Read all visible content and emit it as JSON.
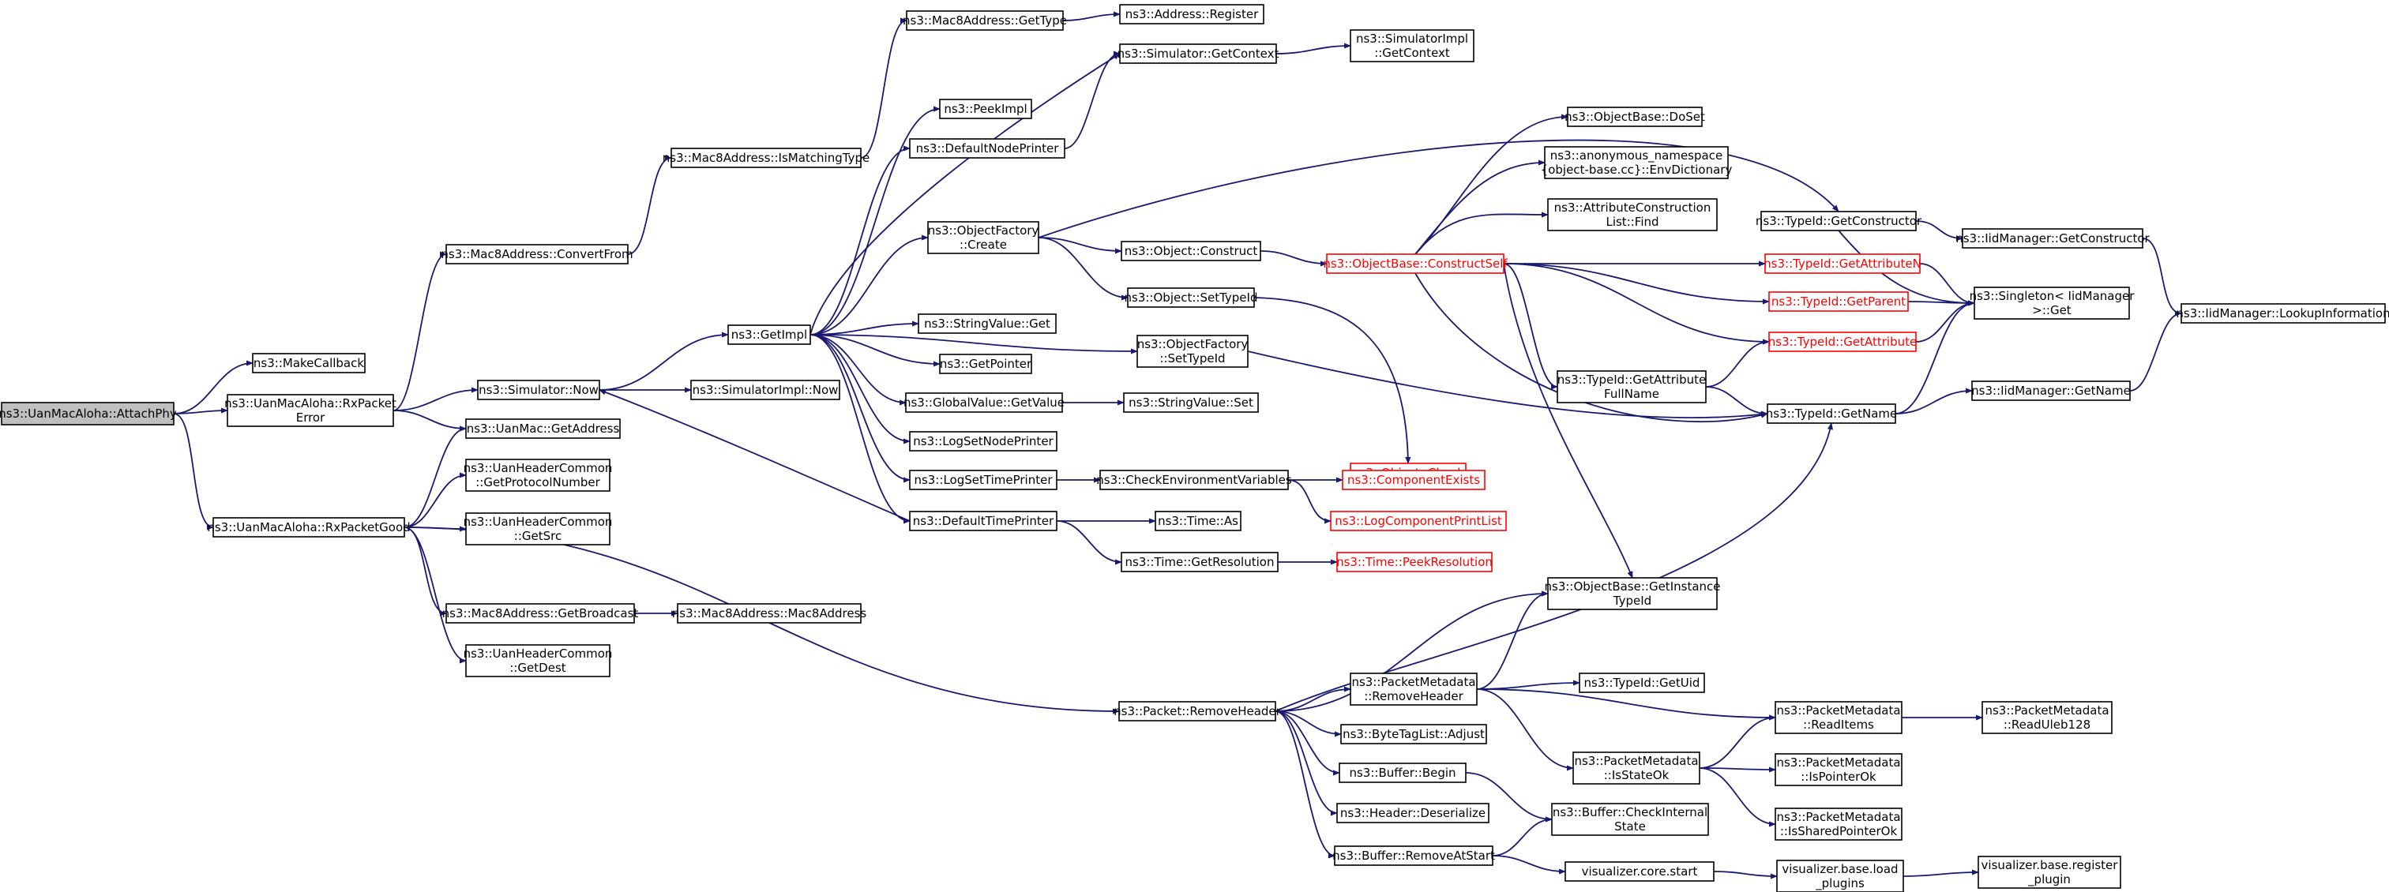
{
  "graph": {
    "colors": {
      "edge": "#191970",
      "node_border": "#000000",
      "node_fill": "#ffffff",
      "root_fill": "#bfbfbf",
      "truncated_border": "#ff0000"
    },
    "nodes": [
      {
        "id": "root",
        "lines": [
          "ns3::UanMacAloha::AttachPhy"
        ],
        "root": true
      },
      {
        "id": "makecallback",
        "lines": [
          "ns3::MakeCallback"
        ]
      },
      {
        "id": "rxperr",
        "lines": [
          "ns3::UanMacAloha::RxPacket",
          "Error"
        ]
      },
      {
        "id": "rxpgood",
        "lines": [
          "ns3::UanMacAloha::RxPacketGood"
        ]
      },
      {
        "id": "m8convert",
        "lines": [
          "ns3::Mac8Address::ConvertFrom"
        ]
      },
      {
        "id": "simnow",
        "lines": [
          "ns3::Simulator::Now"
        ]
      },
      {
        "id": "uangetaddr",
        "lines": [
          "ns3::UanMac::GetAddress"
        ]
      },
      {
        "id": "uanproto",
        "lines": [
          "ns3::UanHeaderCommon",
          "::GetProtocolNumber"
        ]
      },
      {
        "id": "uansrc",
        "lines": [
          "ns3::UanHeaderCommon",
          "::GetSrc"
        ]
      },
      {
        "id": "m8bcast",
        "lines": [
          "ns3::Mac8Address::GetBroadcast"
        ]
      },
      {
        "id": "uandest",
        "lines": [
          "ns3::UanHeaderCommon",
          "::GetDest"
        ]
      },
      {
        "id": "m8match",
        "lines": [
          "ns3::Mac8Address::IsMatchingType"
        ]
      },
      {
        "id": "m8ctor",
        "lines": [
          "ns3::Mac8Address::Mac8Address"
        ]
      },
      {
        "id": "simimplnow",
        "lines": [
          "ns3::SimulatorImpl::Now"
        ]
      },
      {
        "id": "getimpl",
        "lines": [
          "ns3::GetImpl"
        ]
      },
      {
        "id": "m8gettype",
        "lines": [
          "ns3::Mac8Address::GetType"
        ]
      },
      {
        "id": "addrreg",
        "lines": [
          "ns3::Address::Register"
        ]
      },
      {
        "id": "peekimpl",
        "lines": [
          "ns3::PeekImpl"
        ]
      },
      {
        "id": "defnodeprinter",
        "lines": [
          "ns3::DefaultNodePrinter"
        ]
      },
      {
        "id": "objfactcreate",
        "lines": [
          "ns3::ObjectFactory",
          "::Create"
        ]
      },
      {
        "id": "stringvalget",
        "lines": [
          "ns3::StringValue::Get"
        ]
      },
      {
        "id": "getpointer",
        "lines": [
          "ns3::GetPointer"
        ]
      },
      {
        "id": "globalvalget",
        "lines": [
          "ns3::GlobalValue::GetValue"
        ]
      },
      {
        "id": "logsetnode",
        "lines": [
          "ns3::LogSetNodePrinter"
        ]
      },
      {
        "id": "logsettime",
        "lines": [
          "ns3::LogSetTimePrinter"
        ]
      },
      {
        "id": "deftimeprinter",
        "lines": [
          "ns3::DefaultTimePrinter"
        ]
      },
      {
        "id": "packetremovehdr",
        "lines": [
          "ns3::Packet::RemoveHeader"
        ]
      },
      {
        "id": "simgetctx",
        "lines": [
          "ns3::Simulator::GetContext"
        ]
      },
      {
        "id": "simimplgetctx",
        "lines": [
          "ns3::SimulatorImpl",
          "::GetContext"
        ]
      },
      {
        "id": "objconstruct",
        "lines": [
          "ns3::Object::Construct"
        ]
      },
      {
        "id": "objsettypeid",
        "lines": [
          "ns3::Object::SetTypeId"
        ]
      },
      {
        "id": "objfactsettid",
        "lines": [
          "ns3::ObjectFactory",
          "::SetTypeId"
        ]
      },
      {
        "id": "stringvalset",
        "lines": [
          "ns3::StringValue::Set"
        ]
      },
      {
        "id": "checkenv",
        "lines": [
          "ns3::CheckEnvironmentVariables"
        ]
      },
      {
        "id": "timeas",
        "lines": [
          "ns3::Time::As"
        ]
      },
      {
        "id": "timegetres",
        "lines": [
          "ns3::Time::GetResolution"
        ]
      },
      {
        "id": "objbaseconstructself",
        "lines": [
          "ns3::ObjectBase::ConstructSelf"
        ],
        "truncated": true
      },
      {
        "id": "objcheck",
        "lines": [
          "ns3::Object::Check"
        ],
        "truncated": true
      },
      {
        "id": "compexists",
        "lines": [
          "ns3::ComponentExists"
        ],
        "truncated": true
      },
      {
        "id": "logcompprint",
        "lines": [
          "ns3::LogComponentPrintList"
        ],
        "truncated": true
      },
      {
        "id": "timepeekres",
        "lines": [
          "ns3::Time::PeekResolution"
        ],
        "truncated": true
      },
      {
        "id": "objbasedoset",
        "lines": [
          "ns3::ObjectBase::DoSet"
        ]
      },
      {
        "id": "envdict",
        "lines": [
          "ns3::anonymous_namespace",
          "{object-base.cc}::EnvDictionary"
        ]
      },
      {
        "id": "attrconstlist",
        "lines": [
          "ns3::AttributeConstruction",
          "List::Find"
        ]
      },
      {
        "id": "tidgetattrfull",
        "lines": [
          "ns3::TypeId::GetAttribute",
          "FullName"
        ]
      },
      {
        "id": "objbasegetinst",
        "lines": [
          "ns3::ObjectBase::GetInstance",
          "TypeId"
        ]
      },
      {
        "id": "pmremovehdr",
        "lines": [
          "ns3::PacketMetadata",
          "::RemoveHeader"
        ]
      },
      {
        "id": "tidgetuid",
        "lines": [
          "ns3::TypeId::GetUid"
        ]
      },
      {
        "id": "bytetagadjust",
        "lines": [
          "ns3::ByteTagList::Adjust"
        ]
      },
      {
        "id": "pmisstateok",
        "lines": [
          "ns3::PacketMetadata",
          "::IsStateOk"
        ]
      },
      {
        "id": "bufbegin",
        "lines": [
          "ns3::Buffer::Begin"
        ]
      },
      {
        "id": "hdrdeser",
        "lines": [
          "ns3::Header::Deserialize"
        ]
      },
      {
        "id": "bufremoveatstart",
        "lines": [
          "ns3::Buffer::RemoveAtStart"
        ]
      },
      {
        "id": "bufcheckint",
        "lines": [
          "ns3::Buffer::CheckInternal",
          "State"
        ]
      },
      {
        "id": "viscorestart",
        "lines": [
          "visualizer.core.start"
        ]
      },
      {
        "id": "tidgetctor",
        "lines": [
          "ns3::TypeId::GetConstructor"
        ]
      },
      {
        "id": "tidgetattrn",
        "lines": [
          "ns3::TypeId::GetAttributeN"
        ],
        "truncated": true
      },
      {
        "id": "tidgetparent",
        "lines": [
          "ns3::TypeId::GetParent"
        ],
        "truncated": true
      },
      {
        "id": "tidgetattr",
        "lines": [
          "ns3::TypeId::GetAttribute"
        ],
        "truncated": true
      },
      {
        "id": "tidgetname",
        "lines": [
          "ns3::TypeId::GetName"
        ]
      },
      {
        "id": "pmreaditems",
        "lines": [
          "ns3::PacketMetadata",
          "::ReadItems"
        ]
      },
      {
        "id": "pmispointerok",
        "lines": [
          "ns3::PacketMetadata",
          "::IsPointerOk"
        ]
      },
      {
        "id": "pmissharedok",
        "lines": [
          "ns3::PacketMetadata",
          "::IsSharedPointerOk"
        ]
      },
      {
        "id": "visbaseload",
        "lines": [
          "visualizer.base.load",
          "_plugins"
        ]
      },
      {
        "id": "iidgetctor",
        "lines": [
          "ns3::IidManager::GetConstructor"
        ]
      },
      {
        "id": "singleton",
        "lines": [
          "ns3::Singleton< IidManager",
          ">::Get"
        ]
      },
      {
        "id": "iidgetname",
        "lines": [
          "ns3::IidManager::GetName"
        ]
      },
      {
        "id": "pmreaduleb",
        "lines": [
          "ns3::PacketMetadata",
          "::ReadUleb128"
        ]
      },
      {
        "id": "visbasereg",
        "lines": [
          "visualizer.base.register",
          "_plugin"
        ]
      },
      {
        "id": "iidlookup",
        "lines": [
          "ns3::IidManager::LookupInformation"
        ]
      }
    ]
  }
}
